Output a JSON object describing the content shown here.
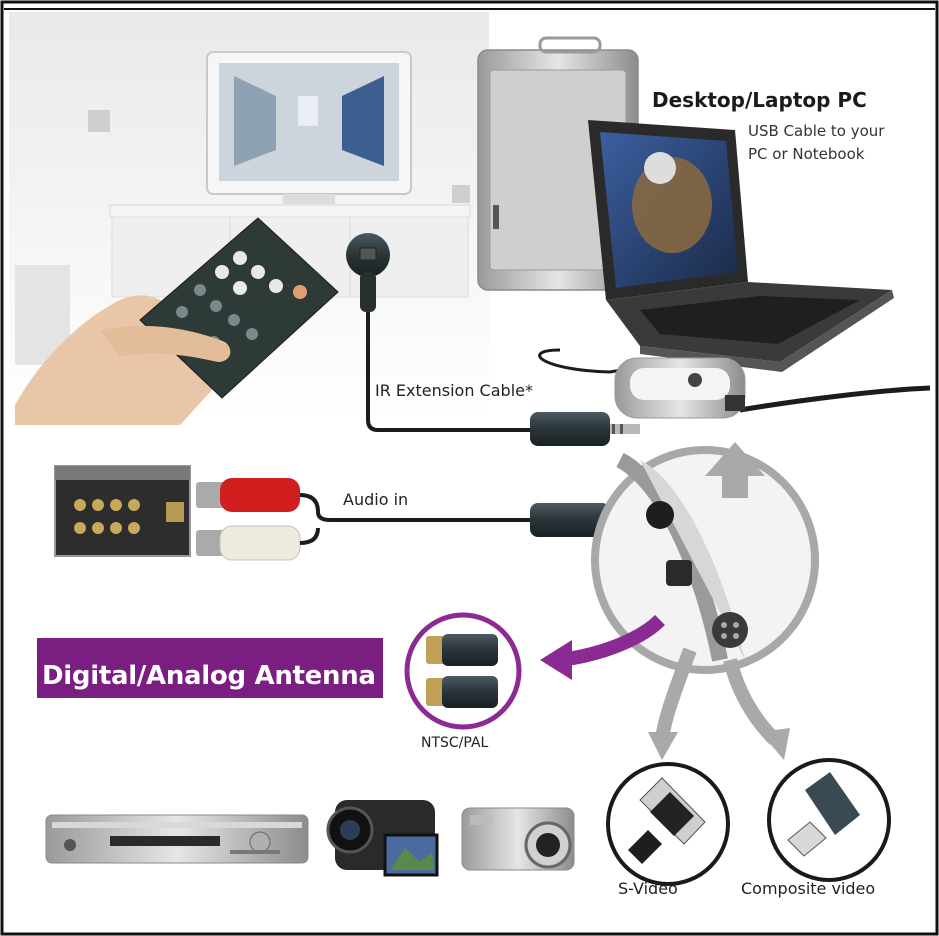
{
  "labels": {
    "pc_title": "Desktop/Laptop PC",
    "usb_note": "USB Cable to your PC or Notebook",
    "ir_cable": "IR Extension Cable*",
    "audio_in": "Audio in",
    "antenna": "Digital/Analog Antenna",
    "ntsc_pal": "NTSC/PAL",
    "s_video": "S-Video",
    "composite_video": "Composite video"
  },
  "colors": {
    "antenna_bar": "#7a1e82",
    "arrow_purple": "#8a2a92",
    "arrow_gray": "#a9a9a9",
    "cable": "#1c1c1c",
    "rca_red": "#d11f1f",
    "rca_white": "#efeae0"
  },
  "icons": [
    "antenna-icon",
    "tv-icon",
    "remote-icon",
    "laptop-icon",
    "desktop-tower-icon",
    "tv-tuner-stick-icon",
    "dvd-player-icon",
    "camcorder-icon",
    "digital-camera-icon"
  ]
}
